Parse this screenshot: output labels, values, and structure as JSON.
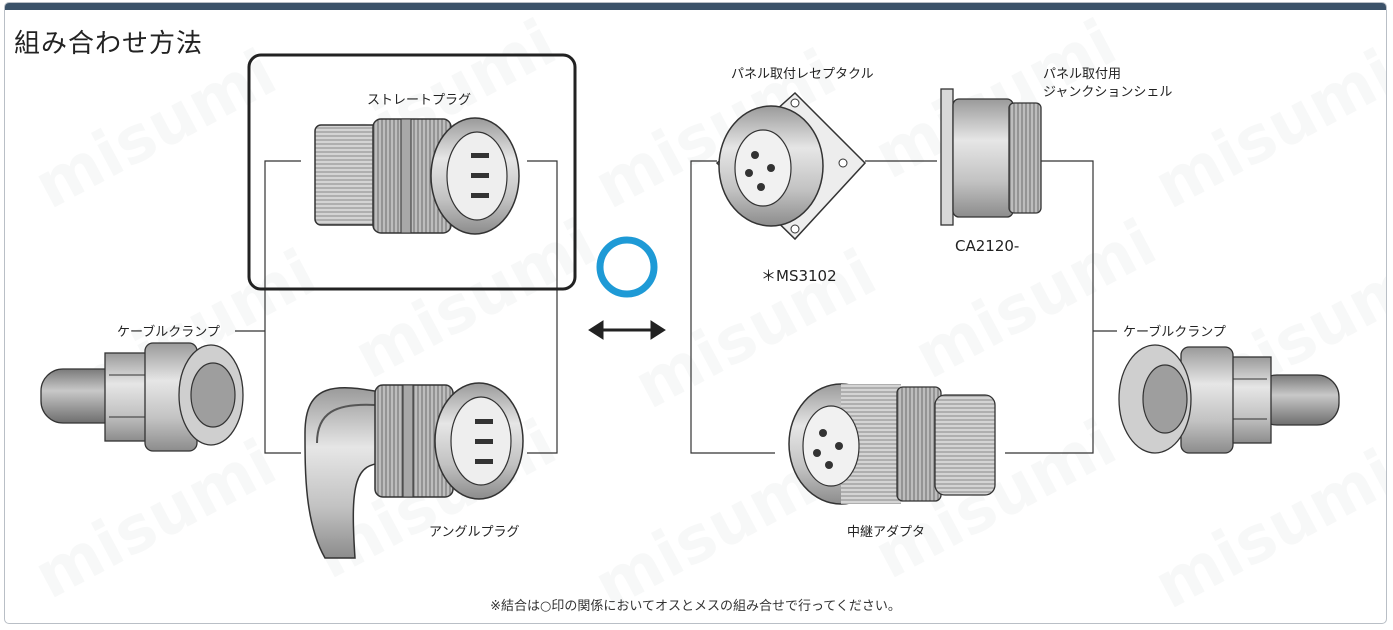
{
  "title": "組み合わせ方法",
  "labels": {
    "straight_plug": "ストレートプラグ",
    "angle_plug": "アングルプラグ",
    "cable_clamp_left": "ケーブルクランプ",
    "cable_clamp_right": "ケーブルクランプ",
    "panel_receptacle": "パネル取付レセプタクル",
    "panel_receptacle_model": "＊MS3102",
    "junction_shell_line1": "パネル取付用",
    "junction_shell_line2": "ジャンクションシェル",
    "junction_shell_model": "CA2120-",
    "adapter": "中継アダプタ"
  },
  "note": "※結合は○印の関係においてオスとメスの組み合せで行ってください。",
  "watermark": "misumi",
  "colors": {
    "topbar": "#3b5269",
    "circle": "#1e9ad6",
    "highlight_border": "#222222"
  }
}
